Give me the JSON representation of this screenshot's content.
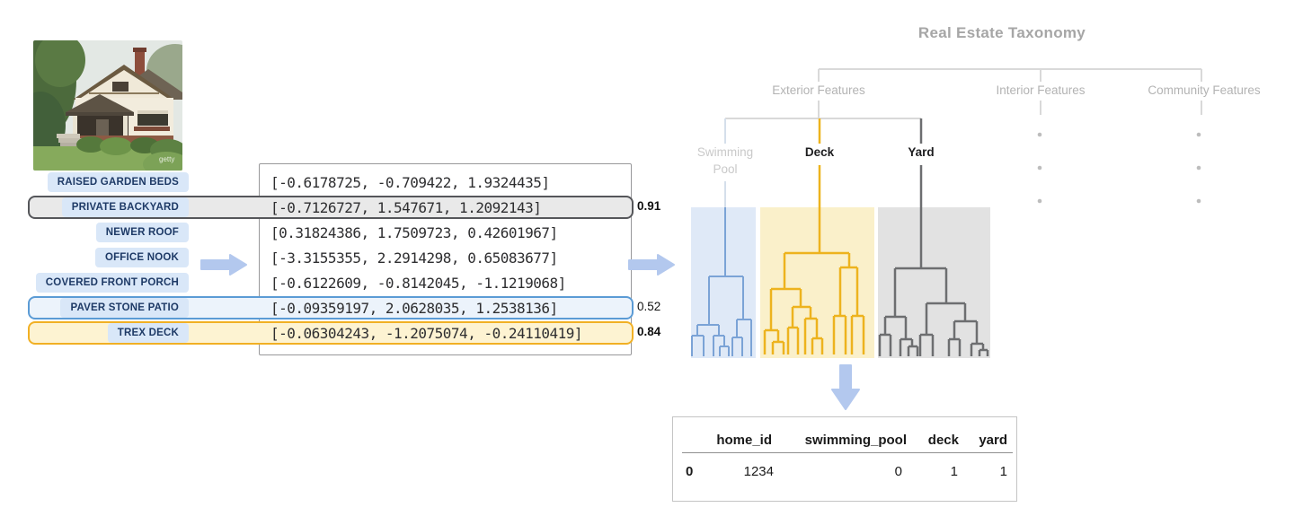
{
  "colors": {
    "pill_bg": "#d9e7f8",
    "pill_text": "#1e3a66",
    "hl_gray_border": "#55565a",
    "hl_gray_bg": "#e9e9e9",
    "hl_blue_border": "#5b9bd5",
    "hl_blue_bg": "#ecf3fb",
    "hl_yellow_border": "#f1b024",
    "hl_yellow_bg": "#fdf3d2",
    "box_border": "#98989a",
    "vector_text": "#2e2e30",
    "score_text": "#111111",
    "arrow": "#b3c8ee",
    "title_text": "#a6a6a6",
    "tree_line": "#d9d9d9",
    "branch_label": "#b3b3b3",
    "faded_label": "#c9c9c9",
    "dark_label": "#1d1d1f",
    "pool_line_light": "#d5dfeb",
    "blue_line": "#7ba3d6",
    "blue_bg": "#dfe9f7",
    "yellow_line": "#edb31e",
    "yellow_bg": "#faf0ca",
    "gray_line": "#6d6e70",
    "gray_bg": "#e2e2e2",
    "table_border": "#c4c4c4"
  },
  "photo": {
    "watermark": "getty"
  },
  "listing": {
    "features": [
      {
        "label": "RAISED GARDEN BEDS",
        "vector": "[-0.6178725, -0.709422, 1.9324435]",
        "highlight": null,
        "score": null
      },
      {
        "label": "PRIVATE BACKYARD",
        "vector": "[-0.7126727, 1.547671, 1.2092143]",
        "highlight": "gray",
        "score": "0.91"
      },
      {
        "label": "NEWER ROOF",
        "vector": "[0.31824386, 1.7509723, 0.42601967]",
        "highlight": null,
        "score": null
      },
      {
        "label": "OFFICE NOOK",
        "vector": "[-3.3155355, 2.2914298, 0.65083677]",
        "highlight": null,
        "score": null
      },
      {
        "label": "COVERED FRONT PORCH",
        "vector": "[-0.6122609, -0.8142045, -1.1219068]",
        "highlight": null,
        "score": null
      },
      {
        "label": "PAVER STONE PATIO",
        "vector": "[-0.09359197, 2.0628035, 1.2538136]",
        "highlight": "blue",
        "score": "0.52"
      },
      {
        "label": "TREX DECK",
        "vector": "[-0.06304243, -1.2075074, -0.24110419]",
        "highlight": "yellow",
        "score": "0.84"
      }
    ]
  },
  "taxonomy": {
    "title": "Real Estate Taxonomy",
    "branches": [
      {
        "label": "Exterior Features"
      },
      {
        "label": "Interior Features"
      },
      {
        "label": "Community Features"
      }
    ],
    "exterior_children": [
      {
        "label": "Swimming Pool",
        "cluster_color": "blue"
      },
      {
        "label": "Deck",
        "cluster_color": "yellow"
      },
      {
        "label": "Yard",
        "cluster_color": "gray"
      }
    ]
  },
  "output_table": {
    "columns": [
      "home_id",
      "swimming_pool",
      "deck",
      "yard"
    ],
    "row_index": "0",
    "values": [
      "1234",
      "0",
      "1",
      "1"
    ]
  }
}
